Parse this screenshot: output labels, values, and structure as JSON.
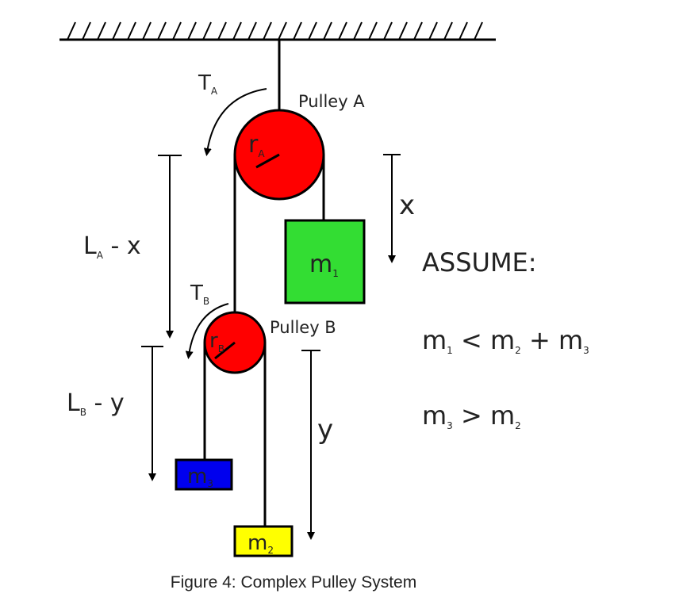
{
  "labels": {
    "tension_a": {
      "main": "T",
      "sub": "A"
    },
    "tension_b": {
      "main": "T",
      "sub": "B"
    },
    "radius_a": {
      "main": "r",
      "sub": "A"
    },
    "radius_b": {
      "main": "r",
      "sub": "B"
    },
    "pulley_a": "Pulley A",
    "pulley_b": "Pulley B",
    "x": "x",
    "y": "y",
    "la_minus_x": {
      "main": "L",
      "sub": "A",
      "rest": " - x"
    },
    "lb_minus_y": {
      "main": "L",
      "sub": "B",
      "rest": " - y"
    }
  },
  "masses": {
    "m1": {
      "main": "m",
      "sub": "1",
      "color": "#33dd33"
    },
    "m2": {
      "main": "m",
      "sub": "2",
      "color": "#ffff00"
    },
    "m3": {
      "main": "m",
      "sub": "3",
      "color": "#0000ee"
    }
  },
  "pulley_color": "#ff0000",
  "assume": {
    "title": "ASSUME:",
    "line1": {
      "a": "m",
      "a_sub": "1",
      "op1": " < ",
      "b": "m",
      "b_sub": "2",
      "op2": " + ",
      "c": "m",
      "c_sub": "3"
    },
    "line2": {
      "a": "m",
      "a_sub": "3",
      "op1": " > ",
      "b": "m",
      "b_sub": "2"
    }
  },
  "caption": "Figure 4: Complex Pulley System"
}
